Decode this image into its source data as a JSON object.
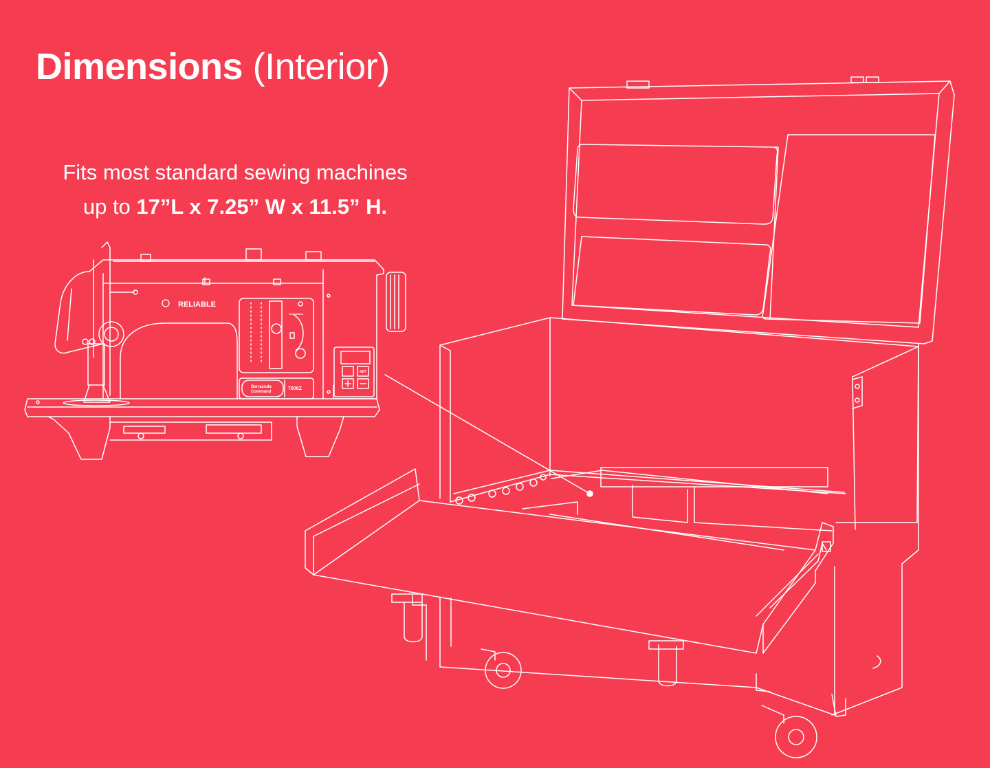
{
  "heading": {
    "bold": "Dimensions",
    "light": "(Interior)"
  },
  "description": {
    "line1": "Fits most standard sewing machines",
    "line2_prefix": "up to",
    "line2_dims": "17”L x 7.25” W x 11.5” H."
  },
  "machine_labels": {
    "brand": "RELIABLE",
    "model_name_1": "Barracuda",
    "model_name_2": "Command",
    "model_number": "7008Z",
    "panel_brand": "CodeStitch",
    "set_button": "SET"
  },
  "colors": {
    "background": "#f53c50",
    "line": "#ffffff"
  }
}
